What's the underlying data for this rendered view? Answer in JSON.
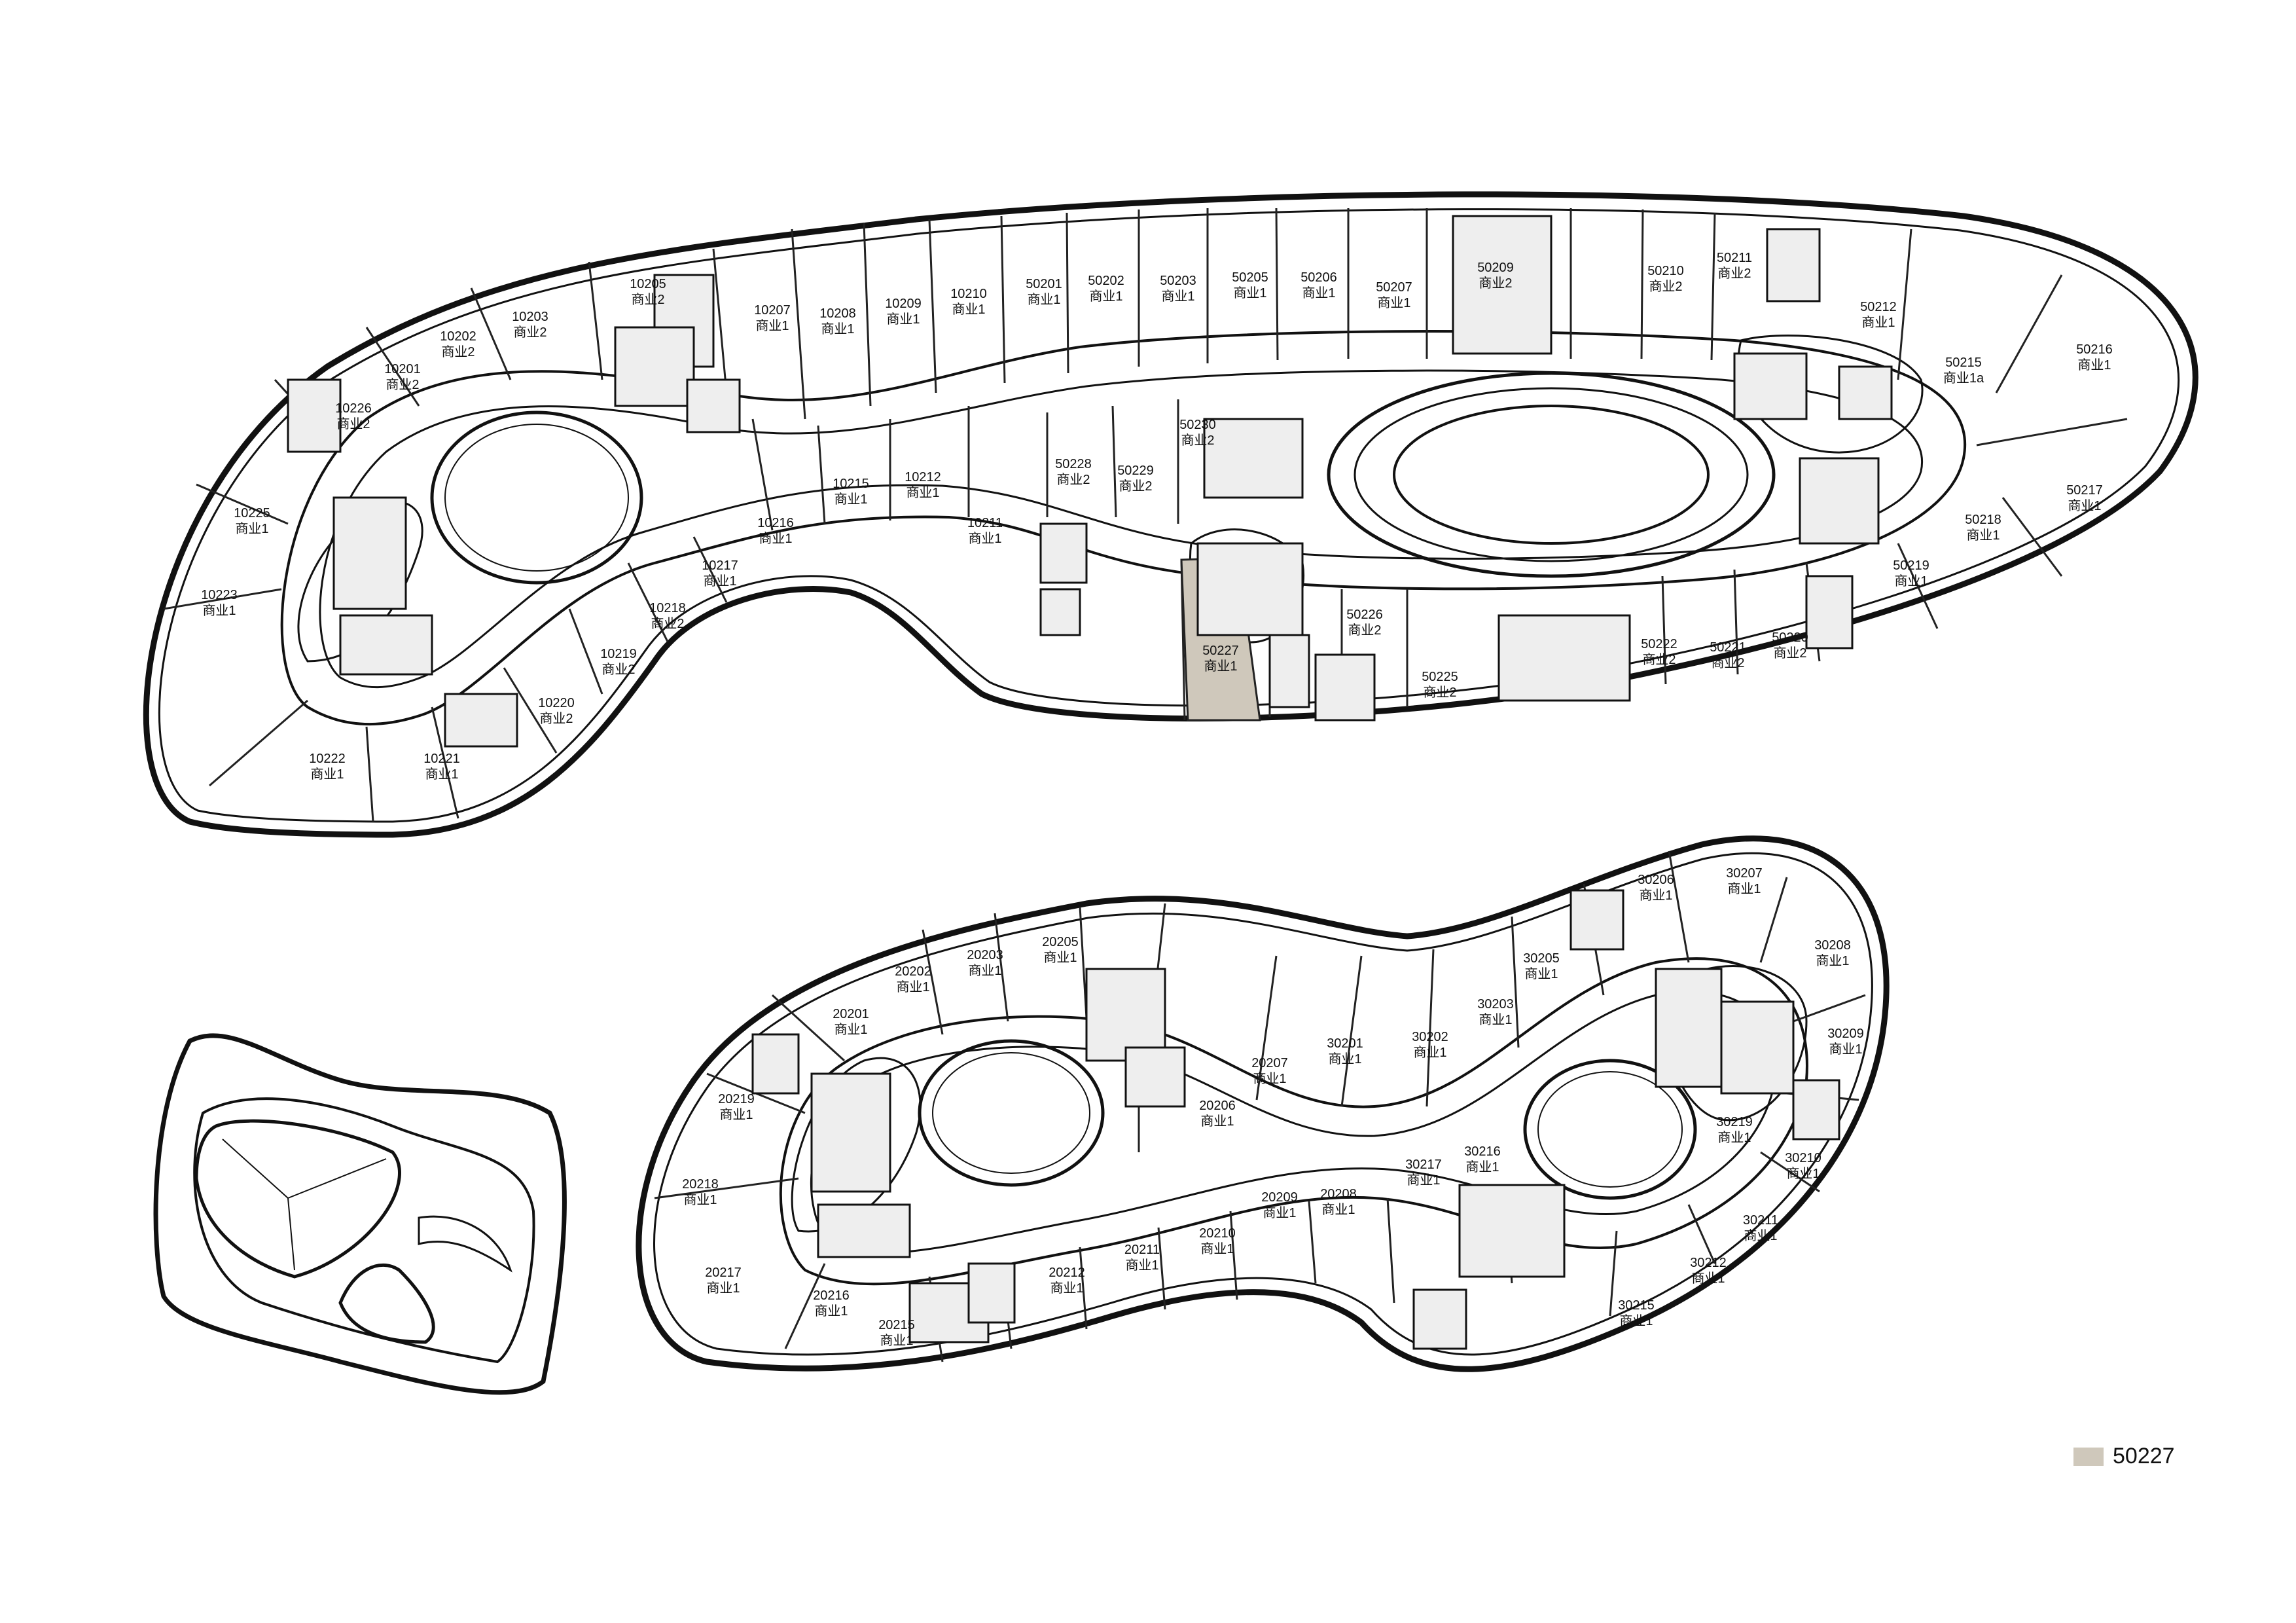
{
  "highlight_color": "#cfc8bb",
  "legend": {
    "label": "50227"
  },
  "units": [
    {
      "id": "10205",
      "use": "商业2"
    },
    {
      "id": "10202",
      "use": "商业2"
    },
    {
      "id": "10203",
      "use": "商业2"
    },
    {
      "id": "10201",
      "use": "商业2"
    },
    {
      "id": "10226",
      "use": "商业2"
    },
    {
      "id": "10207",
      "use": "商业1"
    },
    {
      "id": "10208",
      "use": "商业1"
    },
    {
      "id": "10209",
      "use": "商业1"
    },
    {
      "id": "10210",
      "use": "商业1"
    },
    {
      "id": "50201",
      "use": "商业1"
    },
    {
      "id": "50202",
      "use": "商业1"
    },
    {
      "id": "50203",
      "use": "商业1"
    },
    {
      "id": "50205",
      "use": "商业1"
    },
    {
      "id": "50206",
      "use": "商业1"
    },
    {
      "id": "50207",
      "use": "商业1"
    },
    {
      "id": "50209",
      "use": "商业2"
    },
    {
      "id": "50210",
      "use": "商业2"
    },
    {
      "id": "50211",
      "use": "商业2"
    },
    {
      "id": "50212",
      "use": "商业1"
    },
    {
      "id": "50216",
      "use": "商业1"
    },
    {
      "id": "10225",
      "use": "商业1"
    },
    {
      "id": "10223",
      "use": "商业1"
    },
    {
      "id": "10222",
      "use": "商业1"
    },
    {
      "id": "10221",
      "use": "商业1"
    },
    {
      "id": "10220",
      "use": "商业2"
    },
    {
      "id": "10219",
      "use": "商业2"
    },
    {
      "id": "10218",
      "use": "商业2"
    },
    {
      "id": "10217",
      "use": "商业1"
    },
    {
      "id": "10216",
      "use": "商业1"
    },
    {
      "id": "10215",
      "use": "商业1"
    },
    {
      "id": "10212",
      "use": "商业1"
    },
    {
      "id": "10211",
      "use": "商业1"
    },
    {
      "id": "50228",
      "use": "商业2"
    },
    {
      "id": "50229",
      "use": "商业2"
    },
    {
      "id": "50230",
      "use": "商业2"
    },
    {
      "id": "50227",
      "use": "商业1"
    },
    {
      "id": "50226",
      "use": "商业2"
    },
    {
      "id": "50225",
      "use": "商业2"
    },
    {
      "id": "50222",
      "use": "商业2"
    },
    {
      "id": "50221",
      "use": "商业2"
    },
    {
      "id": "50220",
      "use": "商业2"
    },
    {
      "id": "50219",
      "use": "商业1"
    },
    {
      "id": "50218",
      "use": "商业1"
    },
    {
      "id": "50217",
      "use": "商业1"
    },
    {
      "id": "50215",
      "use": "商业1a"
    },
    {
      "id": "20205",
      "use": "商业1"
    },
    {
      "id": "20203",
      "use": "商业1"
    },
    {
      "id": "20202",
      "use": "商业1"
    },
    {
      "id": "20201",
      "use": "商业1"
    },
    {
      "id": "20219",
      "use": "商业1"
    },
    {
      "id": "20218",
      "use": "商业1"
    },
    {
      "id": "20217",
      "use": "商业1"
    },
    {
      "id": "20216",
      "use": "商业1"
    },
    {
      "id": "20215",
      "use": "商业1"
    },
    {
      "id": "20212",
      "use": "商业1"
    },
    {
      "id": "20211",
      "use": "商业1"
    },
    {
      "id": "20210",
      "use": "商业1"
    },
    {
      "id": "20209",
      "use": "商业1"
    },
    {
      "id": "20208",
      "use": "商业1"
    },
    {
      "id": "20207",
      "use": "商业1"
    },
    {
      "id": "20206",
      "use": "商业1"
    },
    {
      "id": "30201",
      "use": "商业1"
    },
    {
      "id": "30202",
      "use": "商业1"
    },
    {
      "id": "30203",
      "use": "商业1"
    },
    {
      "id": "30205",
      "use": "商业1"
    },
    {
      "id": "30206",
      "use": "商业1"
    },
    {
      "id": "30207",
      "use": "商业1"
    },
    {
      "id": "30208",
      "use": "商业1"
    },
    {
      "id": "30209",
      "use": "商业1"
    },
    {
      "id": "30210",
      "use": "商业1"
    },
    {
      "id": "30211",
      "use": "商业1"
    },
    {
      "id": "30212",
      "use": "商业1"
    },
    {
      "id": "30215",
      "use": "商业1"
    },
    {
      "id": "30216",
      "use": "商业1"
    },
    {
      "id": "30217",
      "use": "商业1"
    },
    {
      "id": "30219",
      "use": "商业1"
    }
  ]
}
